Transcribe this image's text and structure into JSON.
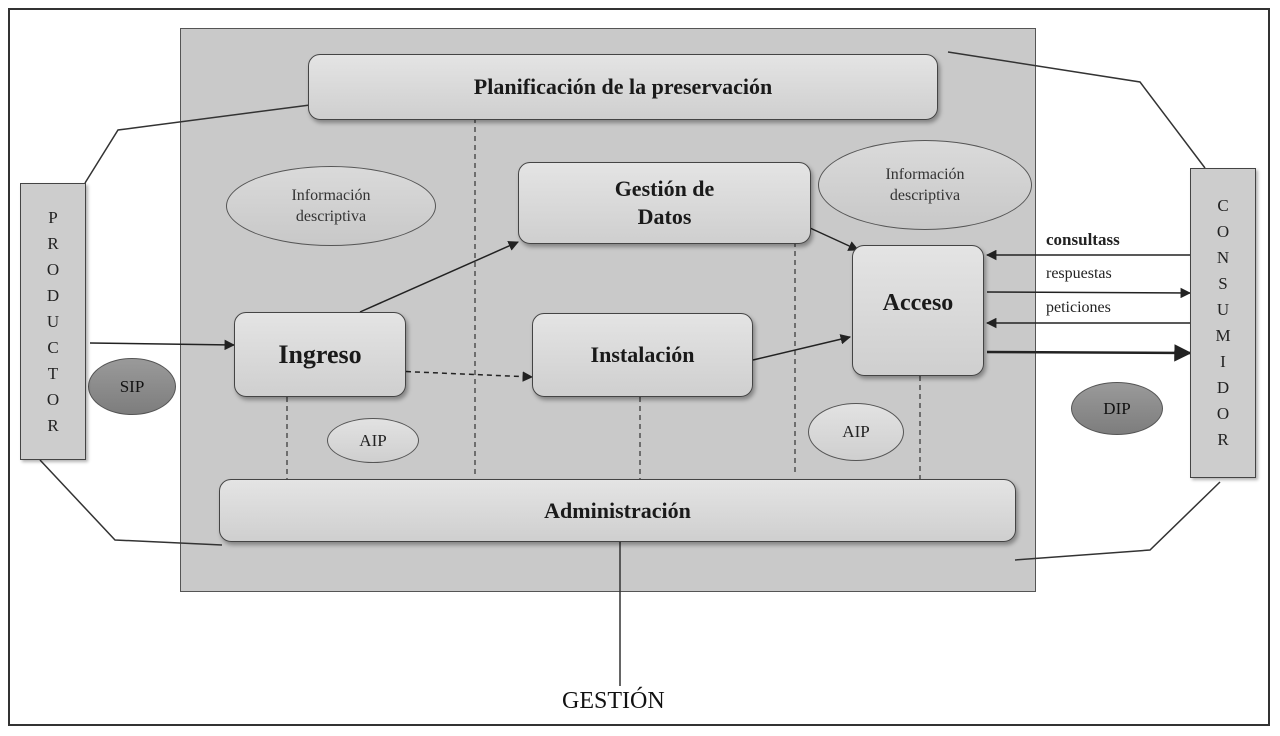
{
  "boxes": {
    "planificacion": "Planificación de la preservación",
    "gestion_datos_line1": "Gestión de",
    "gestion_datos_line2": "Datos",
    "ingreso": "Ingreso",
    "instalacion": "Instalación",
    "acceso": "Acceso",
    "administracion": "Administración"
  },
  "ellipses": {
    "info_left_line1": "Información",
    "info_left_line2": "descriptiva",
    "info_right_line1": "Información",
    "info_right_line2": "descriptiva",
    "sip": "SIP",
    "dip": "DIP",
    "aip_left": "AIP",
    "aip_right": "AIP"
  },
  "productor_letters": [
    "P",
    "R",
    "O",
    "D",
    "U",
    "C",
    "T",
    "O",
    "R"
  ],
  "consumidor_letters": [
    "C",
    "O",
    "N",
    "S",
    "U",
    "M",
    "I",
    "D",
    "O",
    "R"
  ],
  "arrow_labels": {
    "consultas": "consultass",
    "respuestas": "respuestas",
    "peticiones": "peticiones"
  },
  "footer": "GESTIÓN"
}
